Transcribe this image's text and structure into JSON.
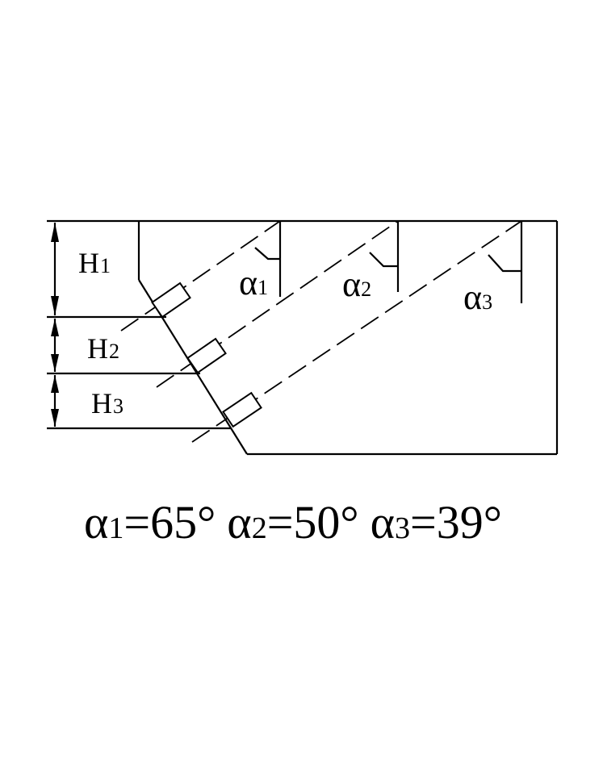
{
  "labels": {
    "h1": {
      "main": "H",
      "sub": "1"
    },
    "h2": {
      "main": "H",
      "sub": "2"
    },
    "h3": {
      "main": "H",
      "sub": "3"
    },
    "a1": {
      "main": "α",
      "sub": "1"
    },
    "a2": {
      "main": "α",
      "sub": "2"
    },
    "a3": {
      "main": "α",
      "sub": "3"
    }
  },
  "formula": [
    {
      "symbol": "α",
      "sub": "1",
      "value": "=65°"
    },
    {
      "symbol": "α",
      "sub": "2",
      "value": "=50°"
    },
    {
      "symbol": "α",
      "sub": "3",
      "value": "=39°"
    }
  ]
}
